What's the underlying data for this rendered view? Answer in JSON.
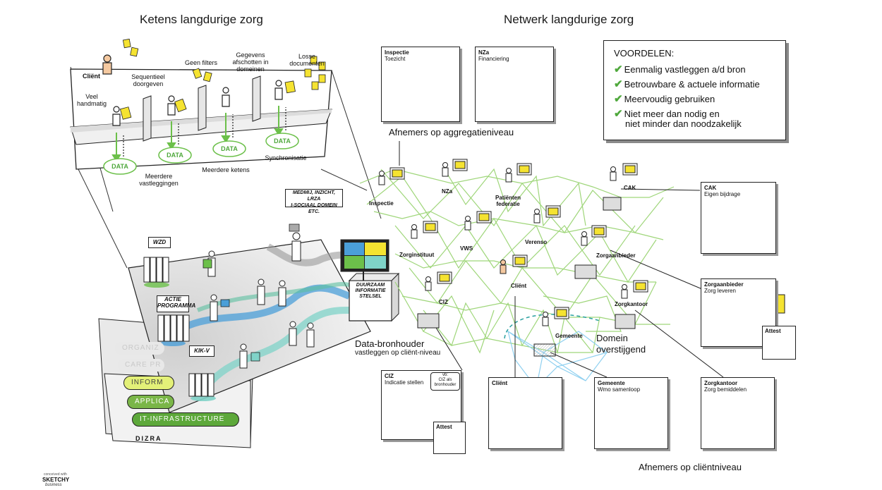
{
  "titles": {
    "left": "Ketens langdurige zorg",
    "right": "Netwerk langdurige zorg"
  },
  "chain": {
    "client": "Cliënt",
    "veel_handmatig": "Veel\nhandmatig",
    "sequentieel": "Sequentieel\ndoorgeven",
    "geen_filters": "Geen filters",
    "gegevens": "Gegevens\nafschotten in\ndomeinen",
    "losse": "Losse\ndocumenten",
    "data_label": "DATA",
    "meerdere_vastleggingen": "Meerdere\nvastleggingen",
    "meerdere_ketens": "Meerdere ketens",
    "synchronisatie": "Synchronisatie"
  },
  "programme": {
    "sign_top": "MEDMIJ, INZICHT, LRZA\nI-SOCIAAL DOMEIN ETC.",
    "wzd": "WZD",
    "actie": "ACTIE\nPROGRAMMA",
    "kikv": "KIK-V",
    "stelsel": "DUURZAAM\nINFORMATIE\nSTELSEL"
  },
  "layers": {
    "organization": "ORGANIZ",
    "care": "CARE PR",
    "information": "INFORM",
    "application": "APPLICA",
    "it": "IT-INFRASTRUCTURE",
    "dizra": "DIZRA"
  },
  "voordelen": {
    "heading": "VOORDELEN:",
    "items": [
      "Eenmalig vastleggen a/d bron",
      "Betrouwbare & actuele informatie",
      "Meervoudig gebruiken",
      "Niet meer dan nodig en",
      "niet minder dan noodzakelijk"
    ]
  },
  "top_cards": [
    {
      "title": "Inspectie",
      "sub": "Toezicht"
    },
    {
      "title": "NZa",
      "sub": "Financiering"
    }
  ],
  "captions": {
    "aggregatie": "Afnemers op aggregatieniveau",
    "bronhouder": "Data-bronhouder",
    "bronhouder_sub": "vastleggen op cliënt-niveau",
    "domein": "Domein\noverstijgend",
    "clientniveau": "Afnemers op cliëntniveau"
  },
  "nodes": {
    "inspectie": "Inspectie",
    "nza": "NZa",
    "patienten": "Patiënten\nfederatie",
    "cak": "CAK",
    "zorginstituut": "Zorginstituut",
    "vws": "VWS",
    "verenso": "Verenso",
    "zorgaanbieder": "Zorgaanbieder",
    "client": "Cliënt",
    "ciz": "CIZ",
    "zorgkantoor": "Zorgkantoor",
    "gemeente": "Gemeente"
  },
  "side_cards": {
    "cak": {
      "title": "CAK",
      "sub": "Eigen bijdrage"
    },
    "zorgaanbieder": {
      "title": "Zorgaanbieder",
      "sub": "Zorg leveren",
      "tag": "Attest"
    },
    "ciz": {
      "title": "CIZ",
      "sub": "Indicatie stellen",
      "note": "vb:\nCIZ als\nbronhouder",
      "tag": "Attest"
    },
    "client": {
      "title": "Cliënt"
    },
    "gemeente": {
      "title": "Gemeente",
      "sub": "Wmo samenloop"
    },
    "zorgkantoor": {
      "title": "Zorgkantoor",
      "sub": "Zorg bemiddelen"
    }
  },
  "credit": {
    "line1": "conceived with",
    "line2": "SKETCHY",
    "line3": "business"
  },
  "colors": {
    "network_line": "#9fd67a",
    "check": "#4fa83c",
    "data_green": "#6cc04a",
    "note_yellow": "#f5e331",
    "layer_green": "#7ab648",
    "stream_blue": "#4b9fd8",
    "stream_teal": "#7fd3c8"
  }
}
